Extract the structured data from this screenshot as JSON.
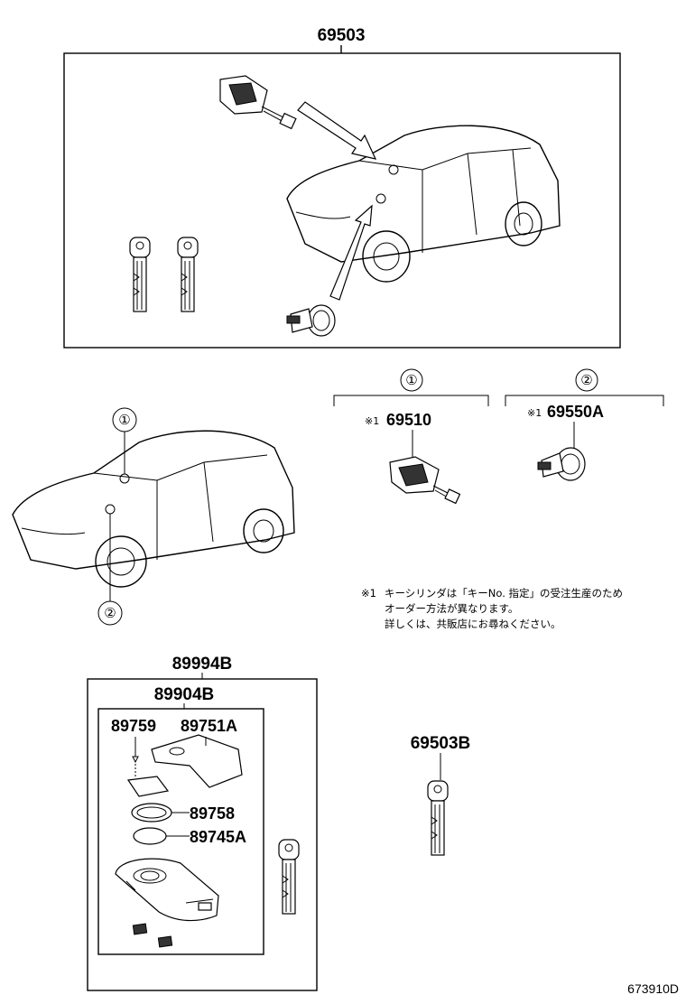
{
  "assembly_main": {
    "part_number": "69503"
  },
  "callouts": {
    "circle_1": "①",
    "circle_2": "②",
    "circle_1_label": "①",
    "circle_2_label": "②"
  },
  "cylinder_1": {
    "mark": "※1",
    "part_number": "69510"
  },
  "cylinder_2": {
    "mark": "※1",
    "part_number": "69550A"
  },
  "note": {
    "mark": "※1",
    "line1": "キーシリンダは「キーNo. 指定」の受注生産のため",
    "line2": "オーダー方法が異なります。",
    "line3": "詳しくは、共販店にお尋ねください。"
  },
  "key_kit": {
    "outer_part_number": "89994B",
    "inner_part_number": "89904B",
    "parts": {
      "p1": "89759",
      "p2": "89751A",
      "p3": "89758",
      "p4": "89745A"
    }
  },
  "blank_key": {
    "part_number": "69503B"
  },
  "diagram_ref": "673910D"
}
